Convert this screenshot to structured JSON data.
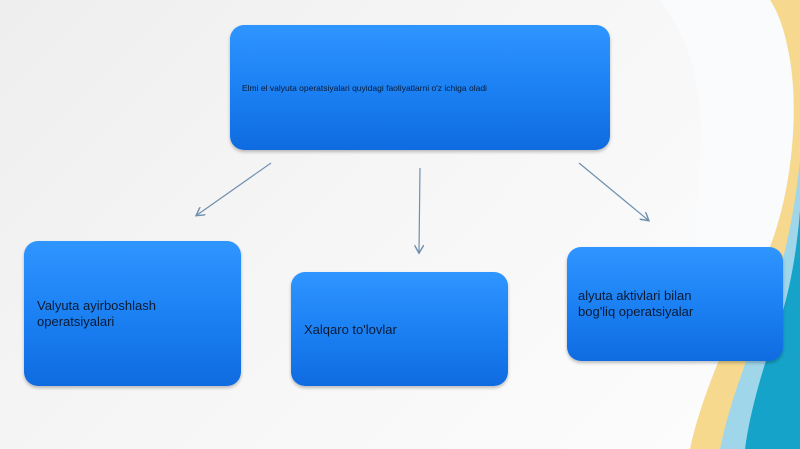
{
  "diagram": {
    "root": {
      "text": "Elmi el valyuta operatsiyalari quyidagi faoliyatlarni o'z ichiga oladi"
    },
    "children": [
      {
        "text": "Valyuta ayirboshlash\noperatsiyalari"
      },
      {
        "text": "Xalqaro to'lovlar"
      },
      {
        "text": "alyuta aktivlari bilan\n bog'liq operatsiyalar"
      }
    ]
  },
  "colors": {
    "box_fill": "#1a7ff2",
    "arrow": "#6f8fae",
    "text": "#0b1a33",
    "accent_teal": "#16a3c9",
    "accent_yellow": "#f6d27a"
  }
}
